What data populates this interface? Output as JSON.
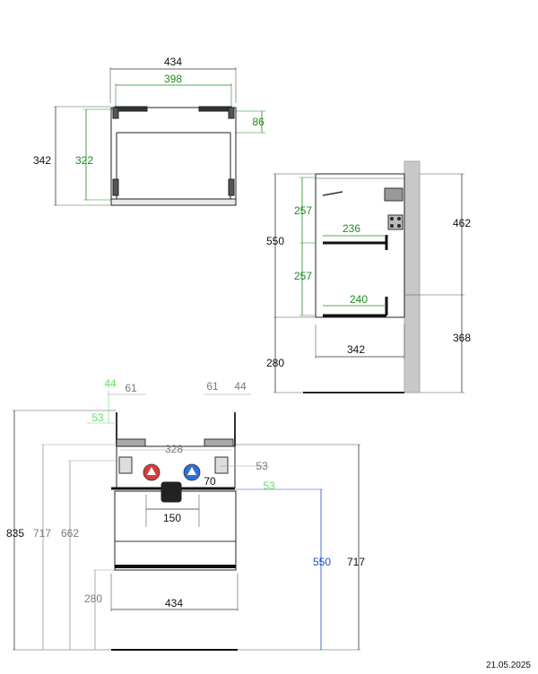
{
  "colors": {
    "line": "#222222",
    "dim_black": "#111111",
    "dim_green": "#1e8c1e",
    "dim_light_green": "#66dd66",
    "dim_gray": "#7a7a7a",
    "dim_blue": "#1a50c8",
    "wall": "#c8c8c8",
    "tap_hot": "#d93a3a",
    "tap_cold": "#2f6fd6"
  },
  "top_view": {
    "width_outer": "434",
    "width_inner": "398",
    "height_outer": "342",
    "height_inner": "322",
    "rim": "86"
  },
  "side_view": {
    "height_total": "550",
    "drawer_upper": "257",
    "drawer_lower": "257",
    "shelf_upper": "236",
    "shelf_lower": "240",
    "depth": "342",
    "floor_gap": "280",
    "wall_upper": "462",
    "wall_lower": "368"
  },
  "front_view": {
    "offset_left_a": "44",
    "offset_left_b": "61",
    "offset_right_a": "61",
    "offset_right_b": "44",
    "bracket_offset": "53",
    "bracket_span": "328",
    "siphon_offset": "53",
    "drain_offset_right": "70",
    "drain_offset_green": "53",
    "drain_width": "150",
    "height_total": "835",
    "height_a": "717",
    "height_b": "662",
    "height_right": "717",
    "drain_height": "550",
    "floor_gap": "280",
    "width": "434"
  },
  "footer": {
    "date": "21.05.2025"
  }
}
